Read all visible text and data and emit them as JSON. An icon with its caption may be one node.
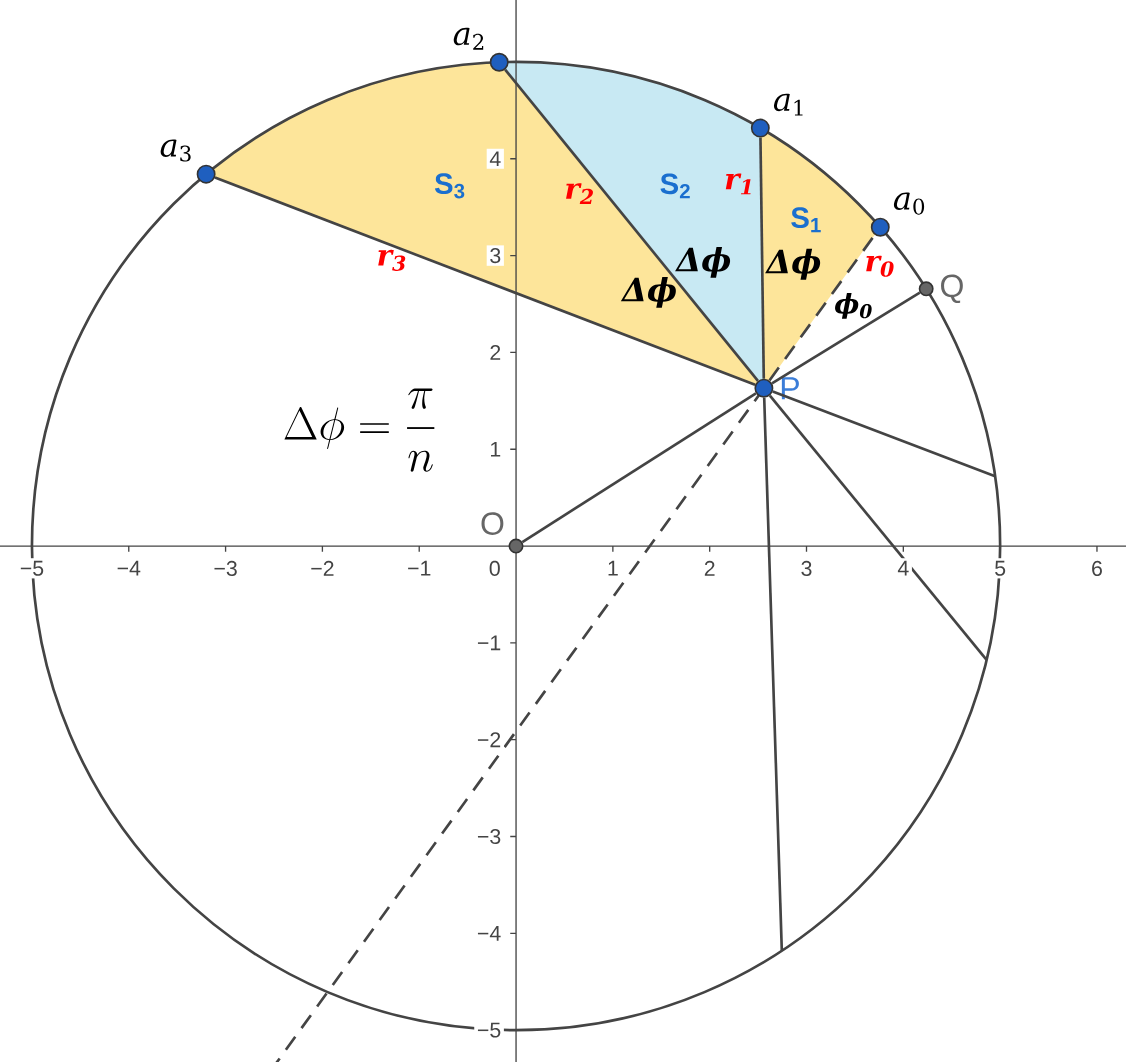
{
  "diagram": {
    "nodes": [
      {
        "text": [
          "*a*$_{0}$"
        ]
      },
      {
        "text": [
          "*a*$_{1}$"
        ]
      },
      {
        "text": [
          "*a*$_{2}$"
        ]
      },
      {
        "text": [
          "*a*$_{3}$"
        ]
      },
      {
        "text": [
          "P"
        ]
      },
      {
        "text": [
          "Q"
        ]
      },
      {
        "text": [
          "O"
        ]
      }
    ],
    "edges": [
      {
        "from": 4,
        "to": 0,
        "arrow": "none",
        "style": "dashed"
      },
      {
        "from": 4,
        "to": 1,
        "arrow": "none"
      },
      {
        "from": 4,
        "to": 2,
        "arrow": "none"
      },
      {
        "from": 4,
        "to": 3,
        "arrow": "none"
      },
      {
        "from": 6,
        "to": 4,
        "arrow": "none"
      },
      {
        "from": 4,
        "to": 5,
        "arrow": "none"
      },
      {
        "from": 4,
        "to": null,
        "arrow": "none"
      },
      {
        "from": 4,
        "to": null,
        "arrow": "none"
      },
      {
        "from": 4,
        "to": null,
        "arrow": "none"
      }
    ],
    "labels": [
      "4",
      "S$_{3}$",
      "r$_{2}$",
      "S$_{2}$",
      "r$_{1}$",
      "S$_{1}$",
      "r$_{3}$",
      "3",
      "Δϕ",
      "Δϕ",
      "r$_{0}$",
      "Δϕ",
      "ϕ$_{0}$",
      "2",
      "\\Delta\\phi = \\frac{\\pi}{n}",
      "1",
      "−5",
      "−4",
      "−3",
      "−2",
      "−1",
      "0",
      "1",
      "2",
      "3",
      "4",
      "5",
      "6",
      "−1",
      "−2",
      "−3",
      "−4",
      "−5"
    ]
  }
}
